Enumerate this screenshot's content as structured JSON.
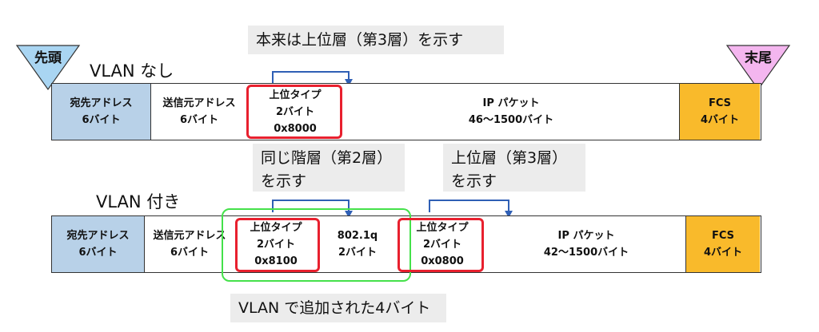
{
  "markers": {
    "head": "先頭",
    "tail": "末尾",
    "head_color": "#a9d5f2",
    "tail_color": "#f4b6ef"
  },
  "callouts": {
    "top": "本来は上位層（第3層）を示す",
    "same_layer": [
      "同じ階層（第2層）",
      "を示す"
    ],
    "upper_layer": [
      "上位層（第3層）",
      "を示す"
    ],
    "bottom": "VLAN で追加された4バイト"
  },
  "no_vlan": {
    "title": "VLAN なし",
    "fields": [
      {
        "lines": [
          "宛先アドレス",
          "6バイト"
        ]
      },
      {
        "lines": [
          "送信元アドレス",
          "6バイト"
        ]
      },
      {
        "lines": [
          "上位タイプ",
          "2バイト",
          "0x8000"
        ]
      },
      {
        "lines": [
          "IP パケット",
          "46〜1500バイト"
        ]
      },
      {
        "lines": [
          "FCS",
          "4バイト"
        ]
      }
    ]
  },
  "with_vlan": {
    "title": "VLAN 付き",
    "fields": [
      {
        "lines": [
          "宛先アドレス",
          "6バイト"
        ]
      },
      {
        "lines": [
          "送信元アドレス",
          "6バイト"
        ]
      },
      {
        "lines": [
          "上位タイプ",
          "2バイト",
          "0x8100"
        ]
      },
      {
        "lines": [
          "802.1q",
          "2バイト"
        ]
      },
      {
        "lines": [
          "上位タイプ",
          "2バイト",
          "0x0800"
        ]
      },
      {
        "lines": [
          "IP パケット",
          "42〜1500バイト"
        ]
      },
      {
        "lines": [
          "FCS",
          "4バイト"
        ]
      }
    ]
  },
  "colors": {
    "address_fill": "#b8d1e8",
    "fcs_fill": "#f9ba2b",
    "highlight_red": "#e8202e",
    "highlight_green": "#44e14a",
    "arrow_blue": "#2f5fb5",
    "callout_bg": "#ececec"
  }
}
